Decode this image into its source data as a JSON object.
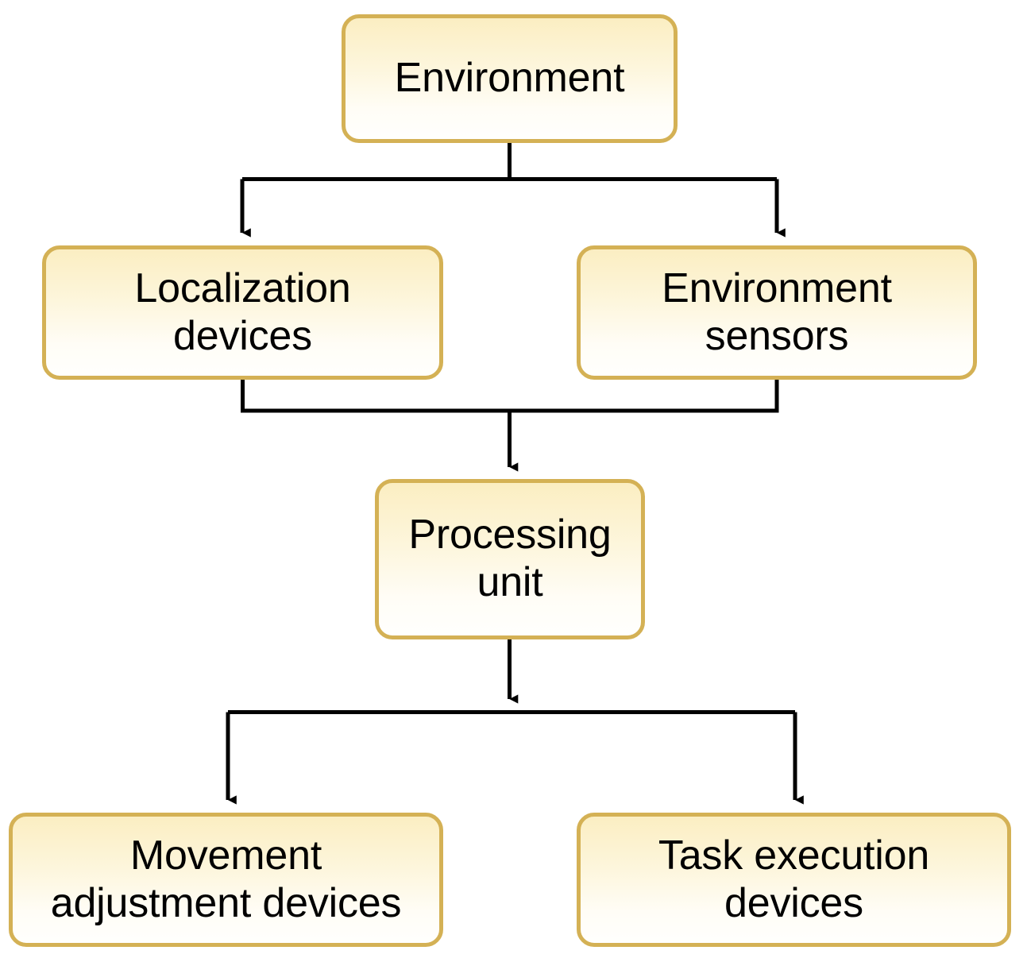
{
  "diagram": {
    "title": "Robot system architecture flowchart",
    "type": "flowchart",
    "orientation": "top-to-bottom",
    "colors": {
      "node_border": "#d4b155",
      "node_fill_top": "#fbeec2",
      "node_fill_bottom": "#fffffd",
      "edge": "#000000",
      "text": "#000000",
      "background": "#ffffff"
    },
    "nodes": [
      {
        "id": "environment",
        "label": "Environment",
        "row": 1
      },
      {
        "id": "localization",
        "label": "Localization\ndevices",
        "row": 2
      },
      {
        "id": "env_sensors",
        "label": "Environment\nsensors",
        "row": 2
      },
      {
        "id": "processing",
        "label": "Processing\nunit",
        "row": 3
      },
      {
        "id": "movement",
        "label": "Movement\nadjustment devices",
        "row": 4
      },
      {
        "id": "task",
        "label": "Task execution\ndevices",
        "row": 4
      }
    ],
    "edges": [
      {
        "from": "environment",
        "to": "localization",
        "style": "orthogonal",
        "arrowhead": "filled-triangle"
      },
      {
        "from": "environment",
        "to": "env_sensors",
        "style": "orthogonal",
        "arrowhead": "filled-triangle"
      },
      {
        "from": "localization",
        "to": "processing",
        "style": "orthogonal",
        "arrowhead": "filled-triangle"
      },
      {
        "from": "env_sensors",
        "to": "processing",
        "style": "orthogonal",
        "arrowhead": "filled-triangle"
      },
      {
        "from": "processing",
        "to": "movement",
        "style": "orthogonal",
        "arrowhead": "filled-triangle"
      },
      {
        "from": "processing",
        "to": "task",
        "style": "orthogonal",
        "arrowhead": "filled-triangle"
      }
    ]
  }
}
